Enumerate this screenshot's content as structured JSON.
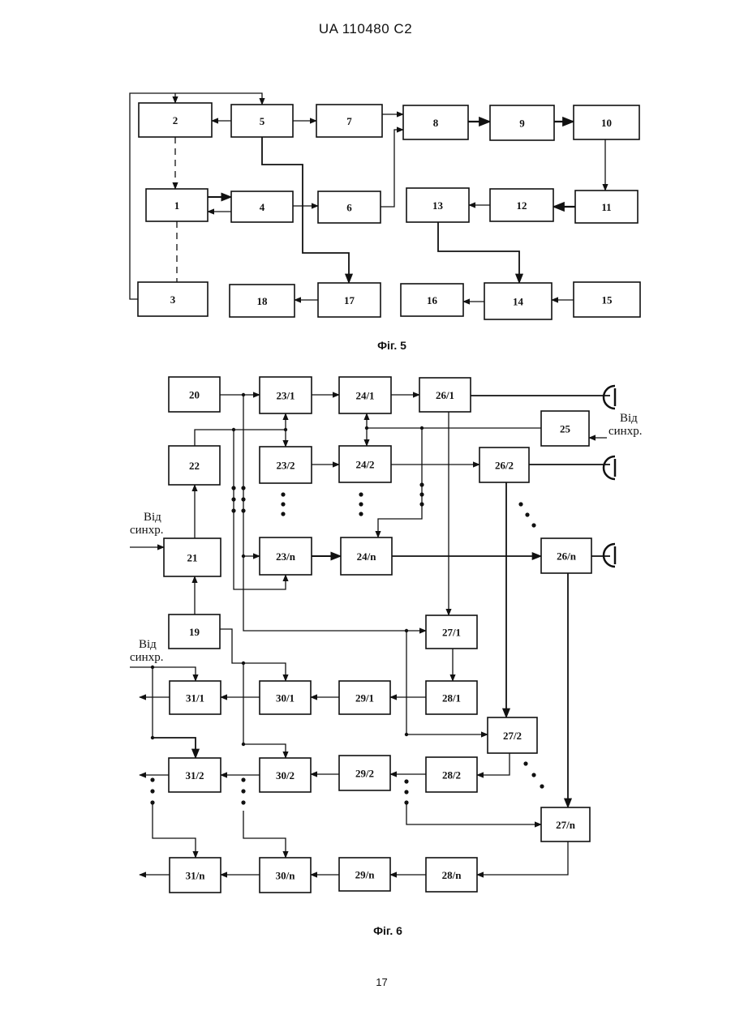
{
  "header": "UA   110480   C2",
  "page_number": "17",
  "fig5": {
    "caption": "Фіг. 5",
    "blocks": [
      "1",
      "2",
      "3",
      "4",
      "5",
      "6",
      "7",
      "8",
      "9",
      "10",
      "11",
      "12",
      "13",
      "14",
      "15",
      "16",
      "17",
      "18"
    ]
  },
  "fig6": {
    "caption": "Фіг. 6",
    "sync_label": [
      "Від",
      "синхр."
    ],
    "blocks": [
      "19",
      "20",
      "21",
      "22",
      "23/1",
      "23/2",
      "23/n",
      "24/1",
      "24/2",
      "24/n",
      "25",
      "26/1",
      "26/2",
      "26/n",
      "27/1",
      "27/2",
      "27/n",
      "28/1",
      "28/2",
      "28/n",
      "29/1",
      "29/2",
      "29/n",
      "30/1",
      "30/2",
      "30/n",
      "31/1",
      "31/2",
      "31/n"
    ]
  }
}
